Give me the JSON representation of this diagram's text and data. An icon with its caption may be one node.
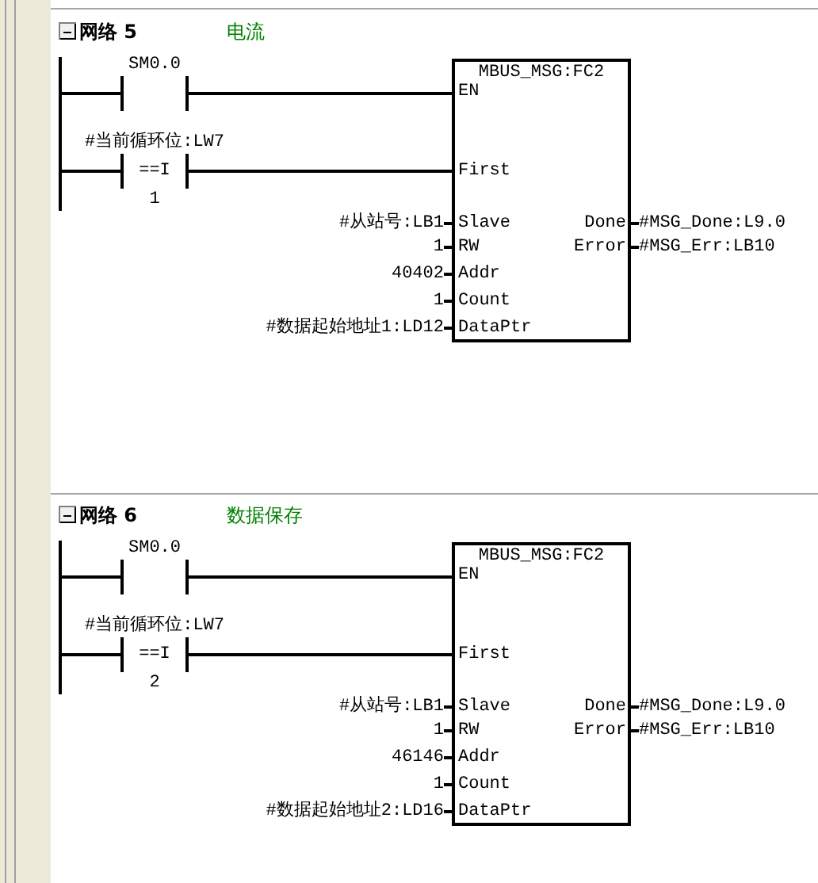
{
  "diagram": {
    "nodes": [
      {
        "text": [],
        "shape": "bar"
      },
      {
        "text": [
          "SM0.0"
        ]
      },
      {
        "text": [
          "#当前循环位:LW7",
          "==I",
          "1"
        ]
      },
      {
        "text": [
          "MBUS_MSG:FC2",
          "EN",
          "First",
          "Slave",
          "RW",
          "Addr",
          "Count",
          "DataPtr",
          "Done",
          "Error"
        ]
      },
      {
        "text": [
          "#从站号:LB1"
        ]
      },
      {
        "text": [
          "1"
        ]
      },
      {
        "text": [
          "40402"
        ]
      },
      {
        "text": [
          "1"
        ]
      },
      {
        "text": [
          "#数据起始地址1:LD12"
        ]
      },
      {
        "text": [
          "#MSG_Done:L9.0"
        ]
      },
      {
        "text": [
          "#MSG_Err:LB10"
        ]
      },
      {
        "text": [],
        "shape": "bar"
      },
      {
        "text": [
          "SM0.0"
        ]
      },
      {
        "text": [
          "#当前循环位:LW7",
          "==I",
          "2"
        ]
      },
      {
        "text": [
          "MBUS_MSG:FC2",
          "EN",
          "First",
          "Slave",
          "RW",
          "Addr",
          "Count",
          "DataPtr",
          "Done",
          "Error"
        ]
      },
      {
        "text": [
          "#从站号:LB1"
        ]
      },
      {
        "text": [
          "1"
        ]
      },
      {
        "text": [
          "46146"
        ]
      },
      {
        "text": [
          "1"
        ]
      },
      {
        "text": [
          "#数据起始地址2:LD16"
        ]
      },
      {
        "text": [
          "#MSG_Done:L9.0"
        ]
      },
      {
        "text": [
          "#MSG_Err:LB10"
        ]
      }
    ],
    "edges": [
      {
        "from": 0,
        "to": 1,
        "arrow": "none"
      },
      {
        "from": 1,
        "to": 3,
        "arrow": "none"
      },
      {
        "from": 0,
        "to": 2,
        "arrow": "none"
      },
      {
        "from": 2,
        "to": 3,
        "arrow": "none"
      },
      {
        "from": 4,
        "to": 3,
        "arrow": "none"
      },
      {
        "from": 5,
        "to": 3,
        "arrow": "none"
      },
      {
        "from": 6,
        "to": 3,
        "arrow": "none"
      },
      {
        "from": 7,
        "to": 3,
        "arrow": "none"
      },
      {
        "from": 8,
        "to": 3,
        "arrow": "none"
      },
      {
        "from": 3,
        "to": 9,
        "arrow": "none"
      },
      {
        "from": 3,
        "to": 10,
        "arrow": "none"
      },
      {
        "from": 11,
        "to": 12,
        "arrow": "none"
      },
      {
        "from": 12,
        "to": 14,
        "arrow": "none"
      },
      {
        "from": 11,
        "to": 13,
        "arrow": "none"
      },
      {
        "from": 13,
        "to": 14,
        "arrow": "none"
      },
      {
        "from": 15,
        "to": 14,
        "arrow": "none"
      },
      {
        "from": 16,
        "to": 14,
        "arrow": "none"
      },
      {
        "from": 17,
        "to": 14,
        "arrow": "none"
      },
      {
        "from": 18,
        "to": 14,
        "arrow": "none"
      },
      {
        "from": 19,
        "to": 14,
        "arrow": "none"
      },
      {
        "from": 14,
        "to": 20,
        "arrow": "none"
      },
      {
        "from": 14,
        "to": 21,
        "arrow": "none"
      }
    ],
    "labels": [
      "网络 5",
      "电流",
      "网络 6",
      "数据保存"
    ]
  }
}
